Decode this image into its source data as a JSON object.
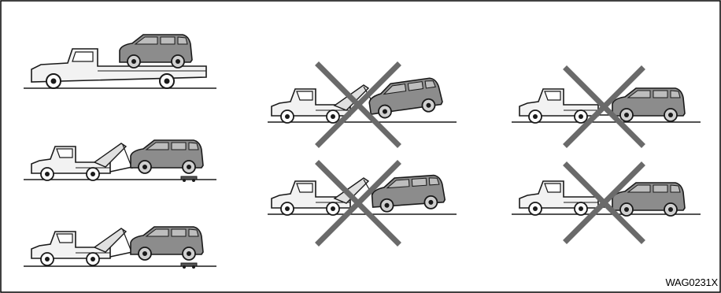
{
  "figure": {
    "reference_code": "WAG0231X"
  },
  "panels": [
    {
      "id": "flatbed",
      "status": "allowed"
    },
    {
      "id": "wheel-lift-dollies-rear",
      "status": "allowed"
    },
    {
      "id": "wheel-lift-dollies-front",
      "status": "allowed"
    },
    {
      "id": "sling-tow-front",
      "status": "prohibited"
    },
    {
      "id": "wheel-lift-tow-front",
      "status": "prohibited"
    },
    {
      "id": "sling-tow-rear",
      "status": "prohibited"
    },
    {
      "id": "wheel-lift-tow-rear",
      "status": "prohibited"
    }
  ],
  "colors": {
    "border": "#000000",
    "line": "#1a1a1a",
    "car_fill": "#8c8c8c",
    "cross": "#6a6a6a"
  }
}
